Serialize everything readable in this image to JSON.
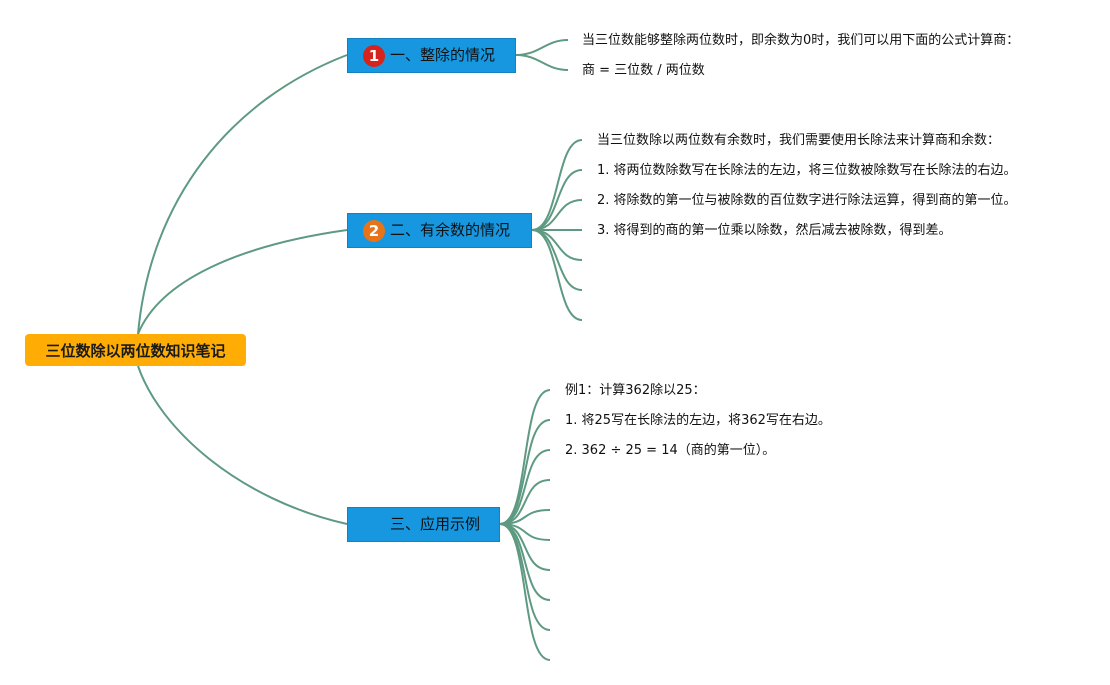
{
  "colors": {
    "root_fill": "#FFAD05",
    "branch_fill": "#1697E0",
    "connector": "#5E9A82",
    "badge_1": "#D6231C",
    "badge_2": "#E8741A"
  },
  "root": {
    "title": "三位数除以两位数知识笔记"
  },
  "branches": [
    {
      "badge": "1",
      "title": "一、整除的情况",
      "items": [
        "当三位数能够整除两位数时，即余数为0时，我们可以用下面的公式计算商：",
        "商 = 三位数 / 两位数"
      ]
    },
    {
      "badge": "2",
      "title": "二、有余数的情况",
      "items": [
        "当三位数除以两位数有余数时，我们需要使用长除法来计算商和余数：",
        "1. 将两位数除数写在长除法的左边，将三位数被除数写在长除法的右边。",
        "2. 将除数的第一位与被除数的百位数字进行除法运算，得到商的第一位。",
        "3. 将得到的商的第一位乘以除数，然后减去被除数，得到差。",
        "",
        "",
        ""
      ]
    },
    {
      "badge": "",
      "title": "三、应用示例",
      "items": [
        "例1：计算362除以25：",
        "1. 将25写在长除法的左边，将362写在右边。",
        "2. 362 ÷ 25 = 14（商的第一位）。",
        "",
        "",
        "",
        "",
        "",
        "",
        ""
      ]
    }
  ]
}
